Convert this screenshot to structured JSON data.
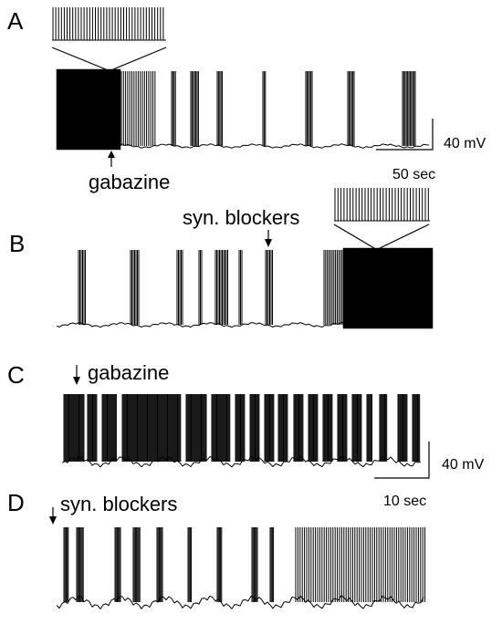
{
  "panels": [
    {
      "letter": "A"
    },
    {
      "letter": "B"
    },
    {
      "letter": "C"
    },
    {
      "letter": "D"
    }
  ],
  "annotations": {
    "A": "gabazine",
    "B": "syn. blockers",
    "C": "gabazine",
    "D": "syn. blockers"
  },
  "scale_bars": {
    "top": {
      "voltage": "40 mV",
      "time": "50 sec"
    },
    "bottom": {
      "voltage": "40 mV",
      "time": "10 sec"
    }
  }
}
